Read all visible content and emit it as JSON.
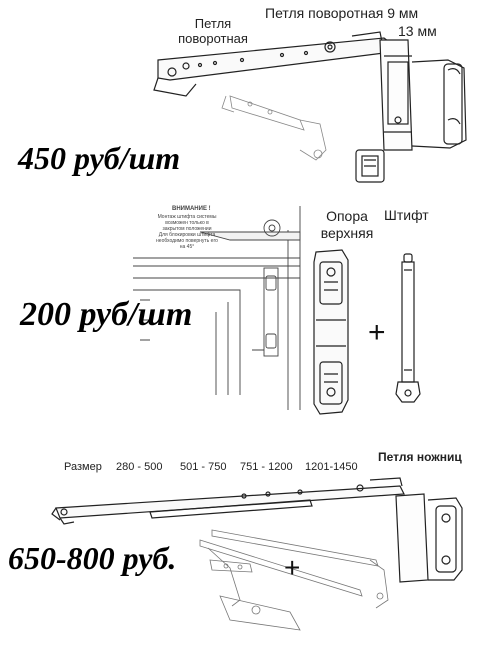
{
  "section1": {
    "label_hinge": "Петля\nповоротная",
    "label_hinge_size": "Петля поворотная 9 мм",
    "label_13mm": "13 мм",
    "price": "450 руб/шт"
  },
  "section2": {
    "attention_title": "ВНИМАНИЕ !",
    "attention_text": "Монтаж штифта системы возможен только в закрытом положении\nДля блокировки штифта необходимо повернуть его на 45°",
    "label_support": "Опора\nверхняя",
    "label_pin": "Штифт",
    "plus": "+",
    "price": "200 руб/шт"
  },
  "section3": {
    "size_label": "Размер",
    "sizes": [
      "280 - 500",
      "501 - 750",
      "751 - 1200",
      "1201-1450"
    ],
    "label_scissor": "Петля ножниц",
    "plus": "+",
    "price": "650-800 руб."
  }
}
